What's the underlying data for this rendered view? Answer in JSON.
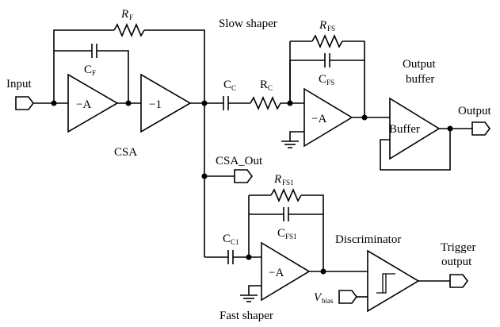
{
  "labels": {
    "input": "Input",
    "csa": "CSA",
    "csa_out": "CSA_Out",
    "slow_shaper": "Slow shaper",
    "fast_shaper": "Fast shaper",
    "output_buffer_line1": "Output",
    "output_buffer_line2": "buffer",
    "output": "Output",
    "discriminator": "Discriminator",
    "trigger_output_line1": "Trigger",
    "trigger_output_line2": "output",
    "buffer": "Buffer"
  },
  "amplifiers": {
    "csa_gain": "−A",
    "inverter_gain": "−1",
    "slow_gain": "−A",
    "fast_gain": "−A"
  },
  "components": {
    "rf_main": "R",
    "rf_sub": "F",
    "cf_main": "C",
    "cf_sub": "F",
    "cc_main": "C",
    "cc_sub": "C",
    "rc_main": "R",
    "rc_sub": "C",
    "rfs_main": "R",
    "rfs_sub": "FS",
    "cfs_main": "C",
    "cfs_sub": "FS",
    "cc1_main": "C",
    "cc1_sub": "C1",
    "rfs1_main": "R",
    "rfs1_sub": "FS1",
    "cfs1_main": "C",
    "cfs1_sub": "FS1",
    "vbias_main": "V",
    "vbias_sub": "bias"
  }
}
